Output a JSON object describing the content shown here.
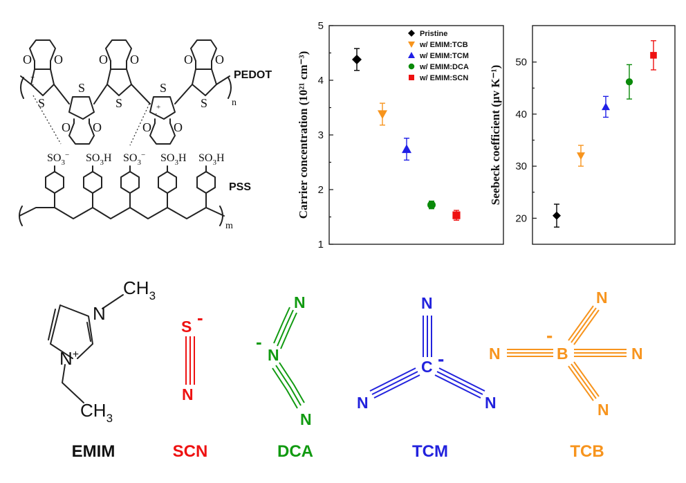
{
  "structure": {
    "pedot_label": "PEDOT",
    "pss_label": "PSS",
    "n_subscript": "n",
    "m_subscript": "m",
    "ring_atoms": [
      "S",
      "S",
      "S",
      "S",
      "S"
    ],
    "oxygen_atom": "O",
    "plus_charge": "+",
    "dot": "·",
    "so3_minus": [
      "SO",
      "3",
      "−"
    ],
    "so3h": [
      "SO",
      "3",
      "H"
    ]
  },
  "chart_data": [
    {
      "type": "scatter",
      "title": "",
      "xlabel": "",
      "ylabel": "Carrier concentration (10²¹ cm⁻³)",
      "ylim": [
        1,
        5
      ],
      "yticks": [
        "1",
        "2",
        "3",
        "4",
        "5"
      ],
      "grid": false,
      "legend_position": "top-right",
      "series": [
        {
          "name": "Pristine",
          "x": 1,
          "value": 4.38,
          "err": 0.2,
          "color": "#000000",
          "marker": "diamond"
        },
        {
          "name": "w/ EMIM:TCB",
          "x": 2,
          "value": 3.38,
          "err": 0.2,
          "color": "#f7941d",
          "marker": "triangle-down"
        },
        {
          "name": "w/ EMIM:TCM",
          "x": 3,
          "value": 2.74,
          "err": 0.2,
          "color": "#1f1fe6",
          "marker": "triangle-up"
        },
        {
          "name": "w/ EMIM:DCA",
          "x": 4,
          "value": 1.72,
          "err": 0.07,
          "color": "#0a8a0a",
          "marker": "circle"
        },
        {
          "name": "w/ EMIM:SCN",
          "x": 5,
          "value": 1.53,
          "err": 0.09,
          "color": "#ee1111",
          "marker": "square"
        }
      ]
    },
    {
      "type": "scatter",
      "title": "",
      "xlabel": "",
      "ylabel": "Seebeck coefficient (μv K⁻¹)",
      "ylim": [
        15,
        57
      ],
      "yticks": [
        "20",
        "30",
        "40",
        "50"
      ],
      "grid": false,
      "series": [
        {
          "name": "Pristine",
          "x": 1,
          "value": 20.5,
          "err": 2.2,
          "color": "#000000",
          "marker": "diamond"
        },
        {
          "name": "w/ EMIM:TCB",
          "x": 2,
          "value": 32.0,
          "err": 2.0,
          "color": "#f7941d",
          "marker": "triangle-down"
        },
        {
          "name": "w/ EMIM:TCM",
          "x": 3,
          "value": 41.4,
          "err": 2.0,
          "color": "#1f1fe6",
          "marker": "triangle-up"
        },
        {
          "name": "w/ EMIM:DCA",
          "x": 4,
          "value": 46.2,
          "err": 3.3,
          "color": "#0a8a0a",
          "marker": "circle"
        },
        {
          "name": "w/ EMIM:SCN",
          "x": 5,
          "value": 51.3,
          "err": 2.8,
          "color": "#ee1111",
          "marker": "square"
        }
      ]
    }
  ],
  "molecules": {
    "emim": {
      "label": "EMIM",
      "color": "#111111",
      "ch3": "CH",
      "sub3": "3",
      "n": "N",
      "nplus": "+"
    },
    "scn": {
      "label": "SCN",
      "color": "#ee1111",
      "s": "S",
      "n": "N",
      "charge": "-"
    },
    "dca": {
      "label": "DCA",
      "color": "#119a11",
      "n": "N",
      "charge": "-"
    },
    "tcm": {
      "label": "TCM",
      "color": "#2222dd",
      "c": "C",
      "n": "N",
      "charge": "-"
    },
    "tcb": {
      "label": "TCB",
      "color": "#f7941d",
      "b": "B",
      "n": "N",
      "charge": "-"
    }
  }
}
